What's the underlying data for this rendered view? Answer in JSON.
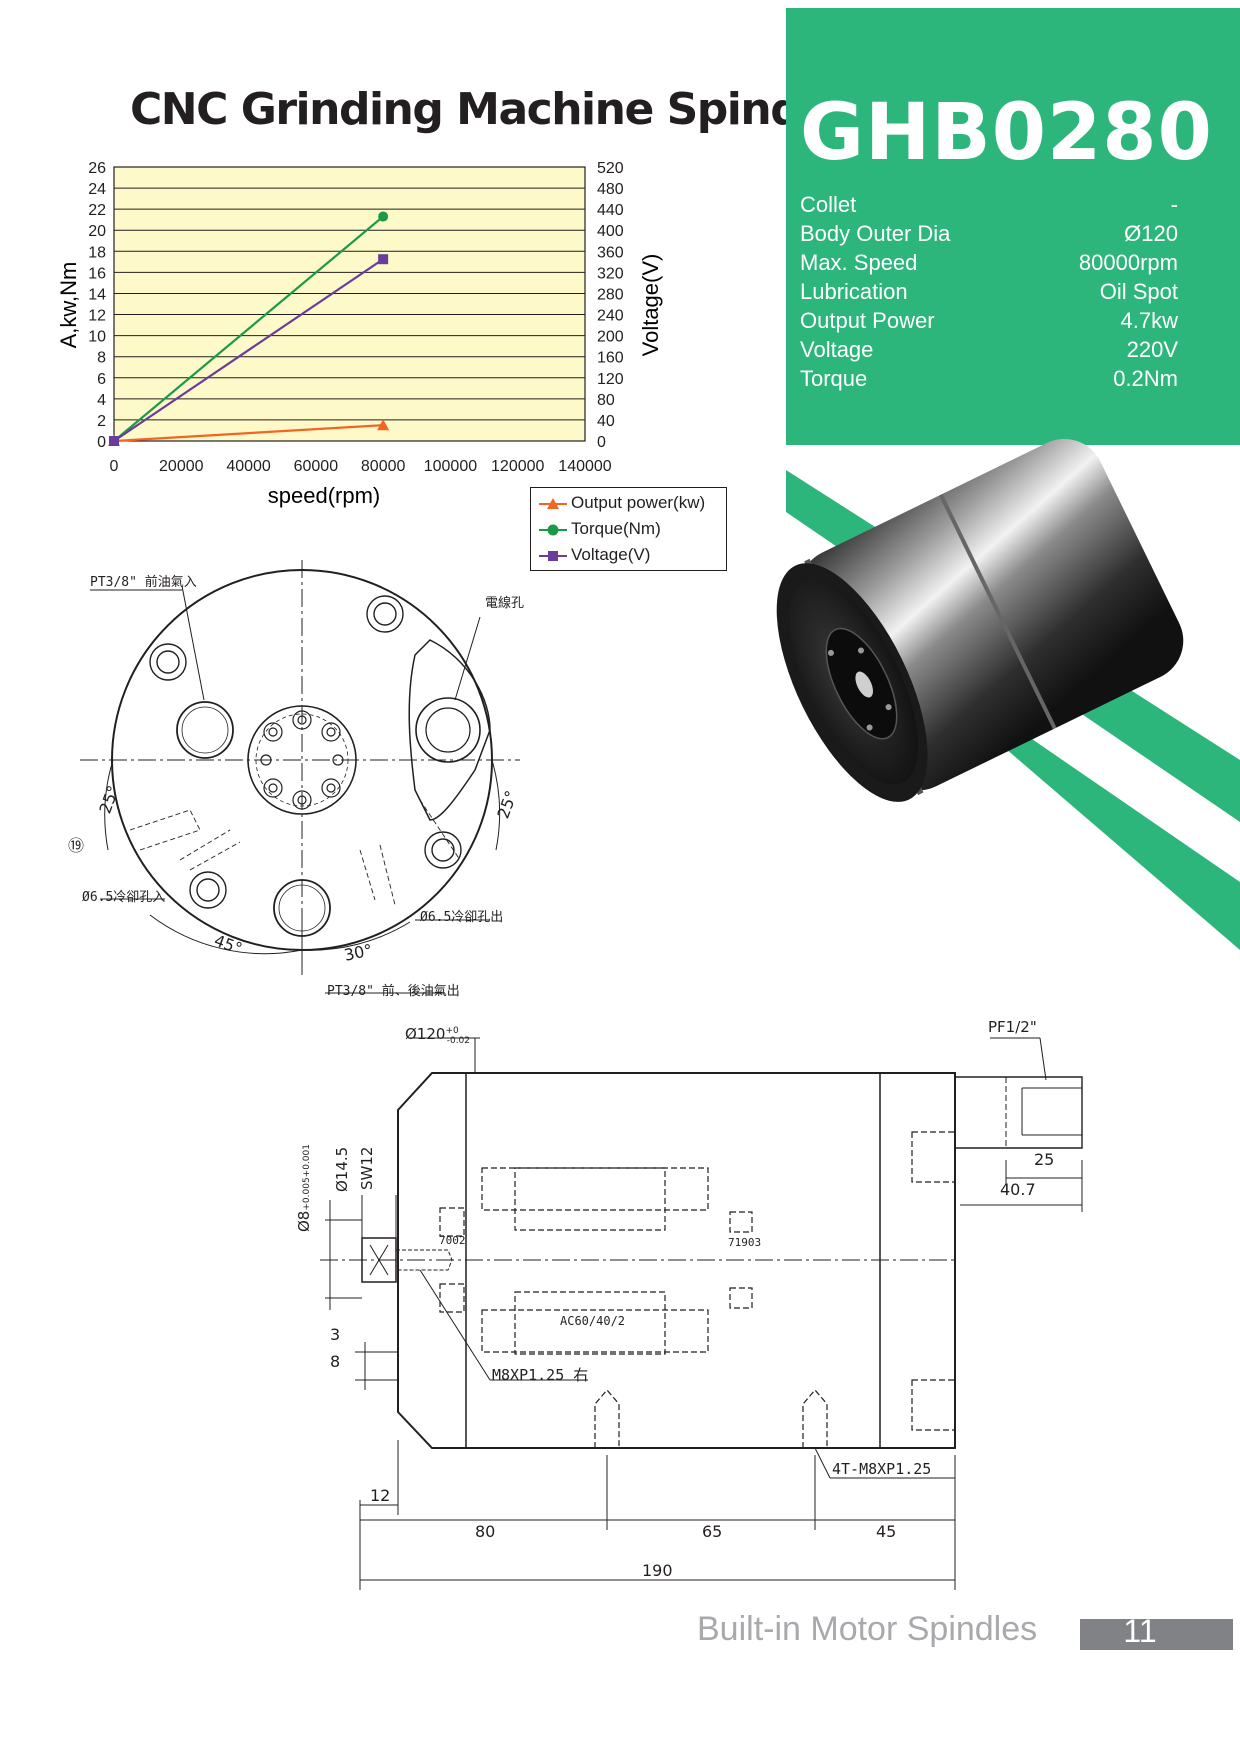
{
  "header": {
    "title": "CNC Grinding Machine Spindles"
  },
  "model": "GHB0280",
  "specs": [
    {
      "label": "Collet",
      "value": "-"
    },
    {
      "label": "Body Outer Dia",
      "value": "Ø120"
    },
    {
      "label": "Max. Speed",
      "value": "80000rpm"
    },
    {
      "label": "Lubrication",
      "value": "Oil Spot"
    },
    {
      "label": "Output Power",
      "value": "4.7kw"
    },
    {
      "label": "Voltage",
      "value": "220V"
    },
    {
      "label": "Torque",
      "value": "0.2Nm"
    }
  ],
  "colors": {
    "green": "#2db67c",
    "plot_bg": "#fdf9c9",
    "power": "#f26522",
    "torque": "#1a9a48",
    "voltage": "#6a3d9a"
  },
  "chart_data": {
    "type": "line",
    "xlabel": "speed(rpm)",
    "ylabel": "A,kw,Nm",
    "ylabel_right": "Voltage(V)",
    "xlim": [
      0,
      140000
    ],
    "ylim": [
      0,
      26
    ],
    "ylim_right": [
      0,
      520
    ],
    "x_ticks": [
      "0",
      "20000",
      "40000",
      "60000",
      "80000",
      "100000",
      "120000",
      "140000"
    ],
    "y_ticks": [
      "0",
      "2",
      "4",
      "6",
      "8",
      "10",
      "12",
      "14",
      "16",
      "18",
      "20",
      "22",
      "24",
      "26"
    ],
    "y_ticks_right": [
      "0",
      "40",
      "80",
      "120",
      "160",
      "200",
      "240",
      "280",
      "320",
      "360",
      "400",
      "440",
      "480",
      "520"
    ],
    "legend_position": "bottom-right",
    "grid": true,
    "series": [
      {
        "name": "Output power(kw)",
        "axis": "left",
        "marker": "triangle",
        "color": "#f26522",
        "x": [
          0,
          80000
        ],
        "y": [
          0,
          1.5
        ]
      },
      {
        "name": "Torque(Nm)",
        "axis": "left",
        "marker": "circle",
        "color": "#1a9a48",
        "x": [
          0,
          80000
        ],
        "y": [
          0,
          21.3
        ]
      },
      {
        "name": "Voltage(V)",
        "axis": "right",
        "marker": "square",
        "color": "#6a3d9a",
        "x": [
          0,
          80000
        ],
        "y": [
          0,
          345
        ]
      }
    ]
  },
  "front_view": {
    "labels": {
      "oil_in": "PT3/8\" 前油氣入",
      "cable_hole": "電線孔",
      "coolant_in": "Ø6.5冷卻孔入",
      "coolant_out": "Ø6.5冷卻孔出",
      "oil_out": "PT3/8\" 前、後油氣出",
      "angle_left": "25°",
      "angle_right": "25°",
      "angle_45": "45°",
      "angle_30": "30°",
      "marker_19": "⑲"
    }
  },
  "side_view": {
    "labels": {
      "dia": "Ø120",
      "dia_tol_upper": "+0",
      "dia_tol_lower": "-0.02",
      "port": "PF1/2\"",
      "d8": "Ø8",
      "d8_tol_upper": "+0.005",
      "d8_tol_lower": "+0.001",
      "d14": "Ø14.5",
      "sw": "SW12",
      "brg_front": "7002",
      "brg_rear": "71903",
      "brg_center": "AC60/40/2",
      "thread_front": "M8XP1.25 右",
      "thread_bottom": "4T-M8XP1.25",
      "dim_25": "25",
      "dim_40_7": "40.7",
      "dim_3": "3",
      "dim_8": "8",
      "dim_12": "12",
      "dim_80": "80",
      "dim_65": "65",
      "dim_45": "45",
      "dim_190": "190"
    }
  },
  "footer": {
    "label": "Built-in Motor Spindles",
    "page": "11"
  }
}
